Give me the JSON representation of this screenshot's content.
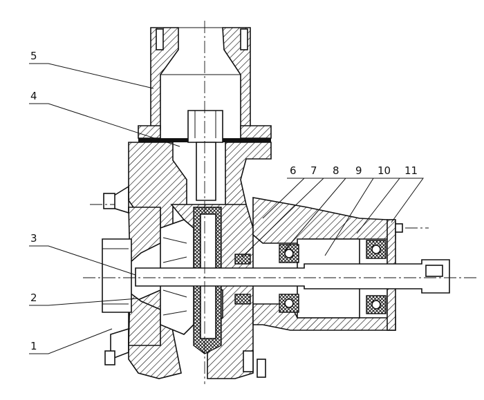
{
  "labels": [
    {
      "id": "part-1",
      "text": "1"
    },
    {
      "id": "part-2",
      "text": "2"
    },
    {
      "id": "part-3",
      "text": "3"
    },
    {
      "id": "part-4",
      "text": "4"
    },
    {
      "id": "part-5",
      "text": "5"
    },
    {
      "id": "part-6",
      "text": "6"
    },
    {
      "id": "part-7",
      "text": "7"
    },
    {
      "id": "part-8",
      "text": "8"
    },
    {
      "id": "part-9",
      "text": "9"
    },
    {
      "id": "part-10",
      "text": "10"
    },
    {
      "id": "part-11",
      "text": "11"
    }
  ],
  "colors": {
    "ink": "#111111",
    "paper": "#ffffff"
  }
}
